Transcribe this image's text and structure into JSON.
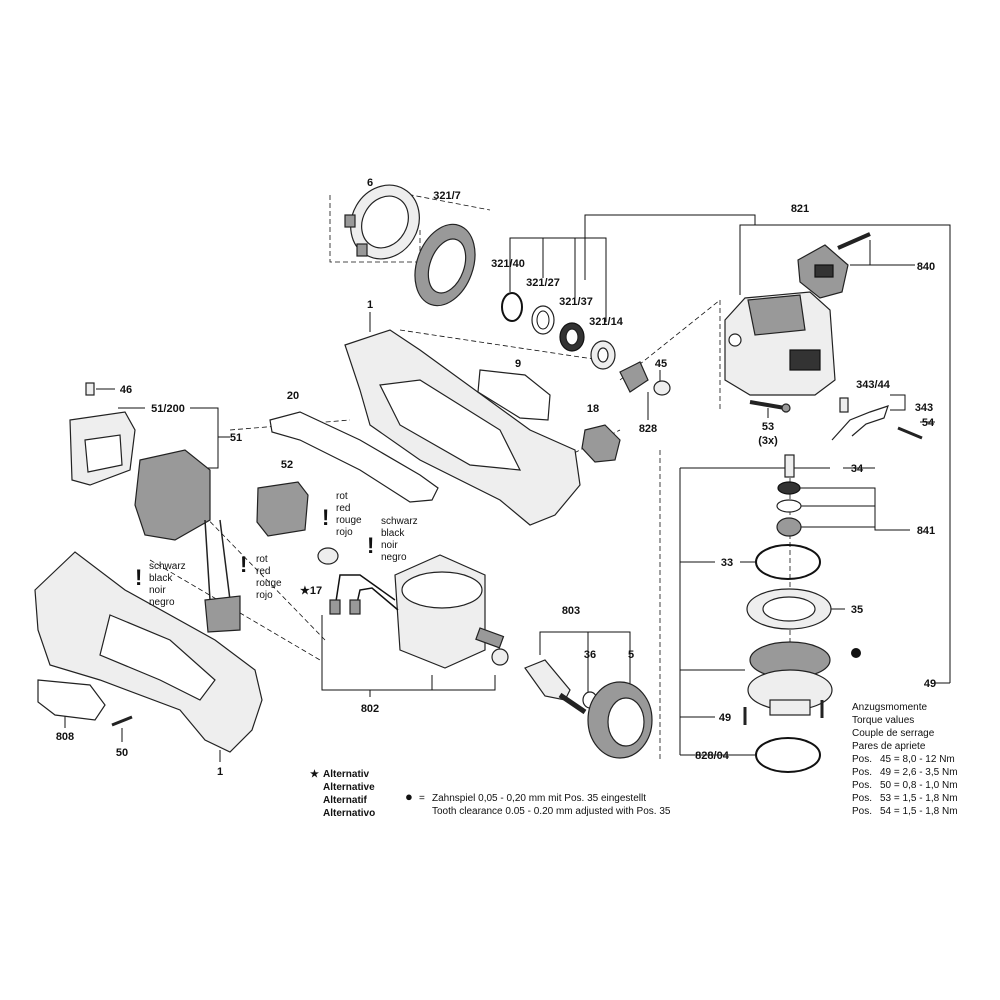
{
  "part_labels": {
    "p6": "6",
    "p321_7": "321/7",
    "p821": "821",
    "p321_40": "321/40",
    "p321_27": "321/27",
    "p321_37": "321/37",
    "p321_14": "321/14",
    "p840": "840",
    "p1_top": "1",
    "p9": "9",
    "p45": "45",
    "p46": "46",
    "p51_200": "51/200",
    "p51": "51",
    "p20": "20",
    "p18": "18",
    "p828": "828",
    "p53": "53",
    "p53_qty": "(3x)",
    "p343_44": "343/44",
    "p343": "343",
    "p54": "54",
    "p34": "34",
    "p52": "52",
    "p841": "841",
    "p33": "33",
    "p17": "17",
    "p803": "803",
    "p35": "35",
    "p36": "36",
    "p5": "5",
    "p49_right": "49",
    "p49_left": "49",
    "p808": "808",
    "p50": "50",
    "p802": "802",
    "p828_04": "828/04",
    "p1_bottom": "1"
  },
  "wire_colors_1": [
    "rot",
    "red",
    "rouge",
    "rojo"
  ],
  "wire_colors_2": [
    "schwarz",
    "black",
    "noir",
    "negro"
  ],
  "wire_colors_3": [
    "schwarz",
    "black",
    "noir",
    "negro"
  ],
  "wire_colors_4": [
    "rot",
    "red",
    "rouge",
    "rojo"
  ],
  "alternative_legend": {
    "symbol": "★",
    "lines": [
      "Alternativ",
      "Alternative",
      "Alternatif",
      "Alternativo"
    ]
  },
  "tooth_note": {
    "symbol": "●",
    "line1": "Zahnspiel 0,05 - 0,20 mm mit Pos. 35 eingestellt",
    "line2": "Tooth clearance 0.05 - 0.20 mm adjusted with Pos. 35"
  },
  "torque": {
    "headings": [
      "Anzugsmomente",
      "Torque values",
      "Couple de serrage",
      "Pares de apriete"
    ],
    "rows": [
      {
        "prefix": "Pos.",
        "value": "45 = 8,0 - 12  Nm"
      },
      {
        "prefix": "Pos.",
        "value": "49 = 2,6 - 3,5 Nm"
      },
      {
        "prefix": "Pos.",
        "value": "50 = 0,8 - 1,0 Nm"
      },
      {
        "prefix": "Pos.",
        "value": "53 = 1,5 - 1,8 Nm"
      },
      {
        "prefix": "Pos.",
        "value": "54 = 1,5 - 1,8 Nm"
      }
    ]
  }
}
